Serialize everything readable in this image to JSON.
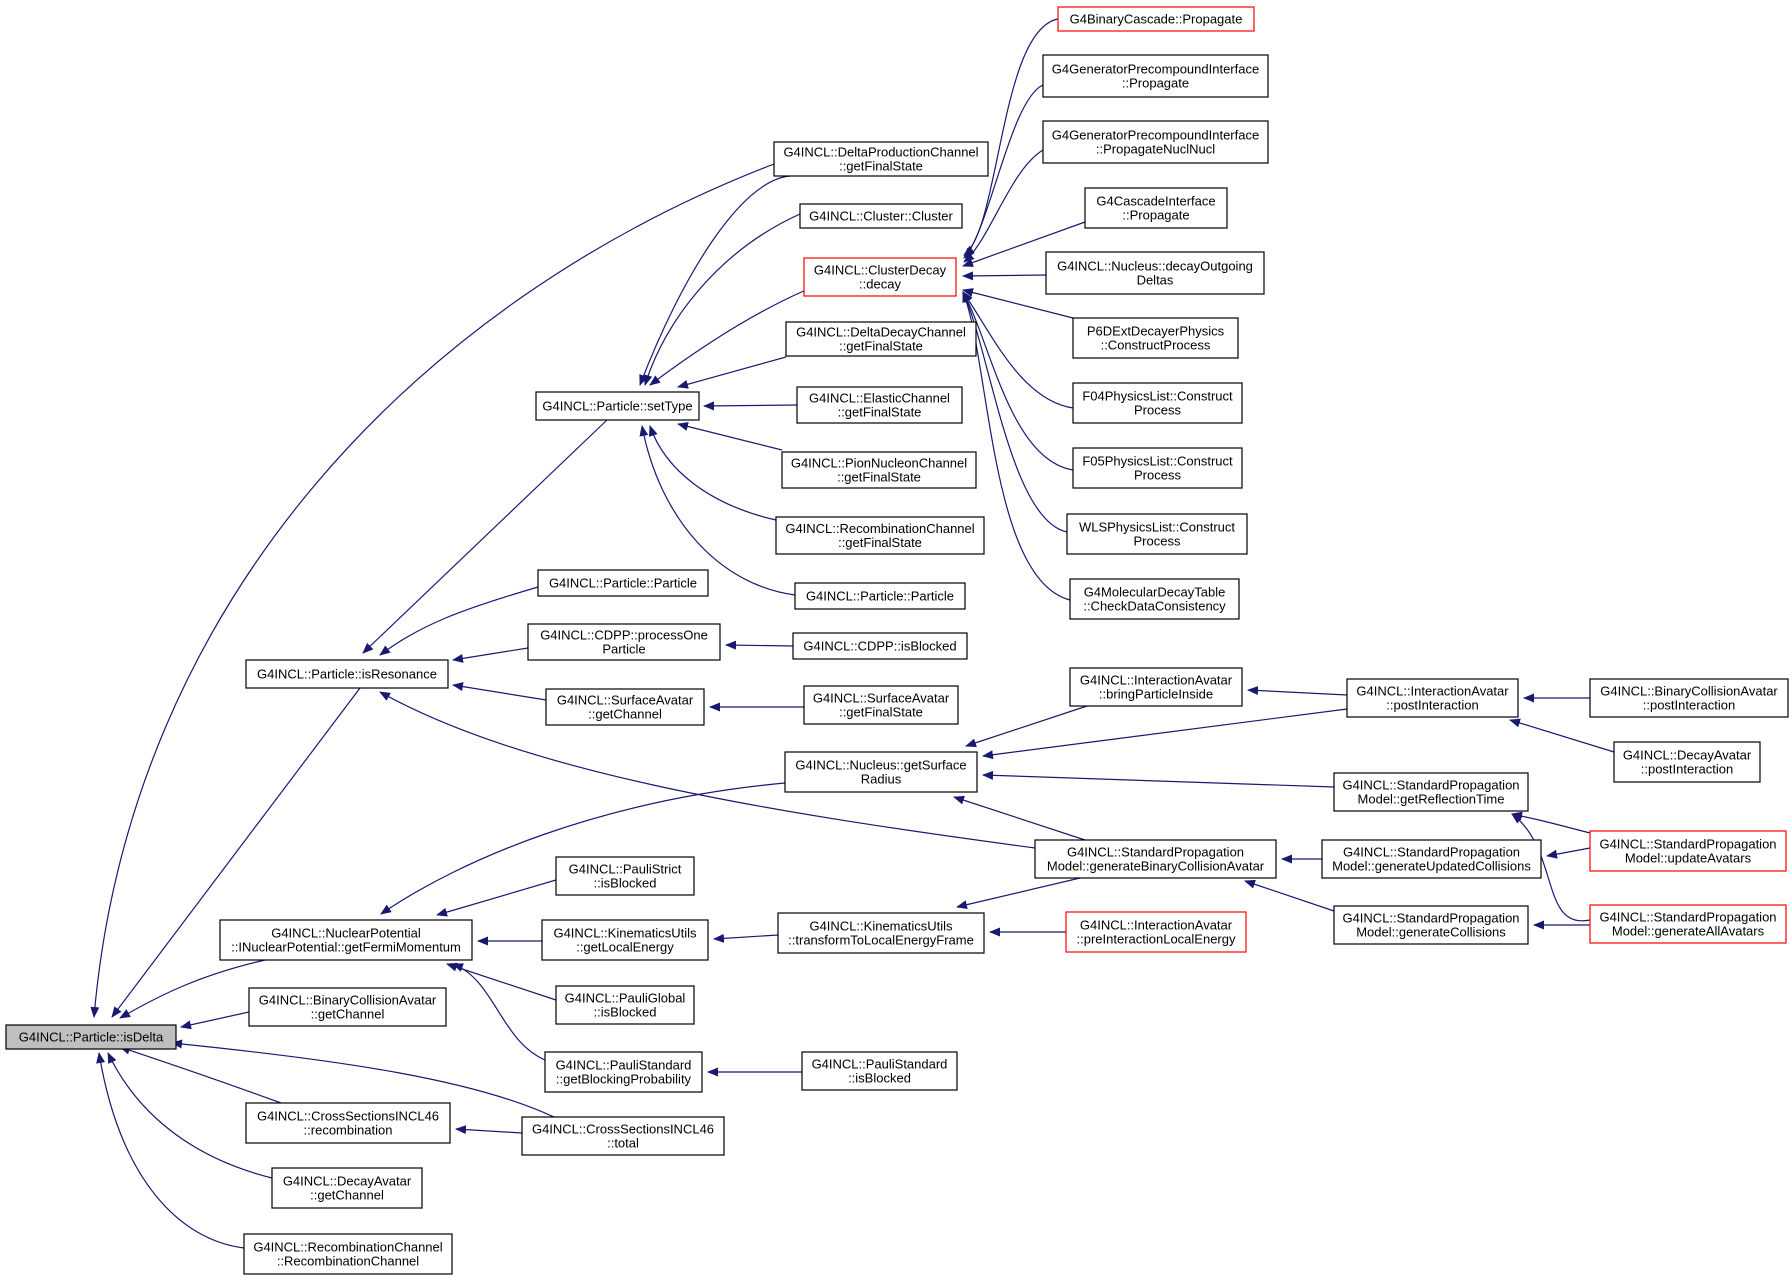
{
  "graph": {
    "arrow_color": "#191970",
    "truncated_border_color": "#ff0000",
    "root_fill_color": "#bfbfbf",
    "nodes": {
      "isDelta": {
        "label": [
          "G4INCL::Particle::isDelta"
        ],
        "root": true
      },
      "isResonance": {
        "label": [
          "G4INCL::Particle::isResonance"
        ]
      },
      "setType": {
        "label": [
          "G4INCL::Particle::setType"
        ]
      },
      "deltaProdCh": {
        "label": [
          "G4INCL::DeltaProductionChannel",
          "::getFinalState"
        ]
      },
      "clusterCluster": {
        "label": [
          "G4INCL::Cluster::Cluster"
        ]
      },
      "clusterDecay": {
        "label": [
          "G4INCL::ClusterDecay",
          "::decay"
        ],
        "truncated": true
      },
      "deltaDecayCh": {
        "label": [
          "G4INCL::DeltaDecayChannel",
          "::getFinalState"
        ]
      },
      "elasticCh": {
        "label": [
          "G4INCL::ElasticChannel",
          "::getFinalState"
        ]
      },
      "pionNucleonCh": {
        "label": [
          "G4INCL::PionNucleonChannel",
          "::getFinalState"
        ]
      },
      "recombCh": {
        "label": [
          "G4INCL::RecombinationChannel",
          "::getFinalState"
        ]
      },
      "particleB": {
        "label": [
          "G4INCL::Particle::Particle"
        ]
      },
      "particleA": {
        "label": [
          "G4INCL::Particle::Particle"
        ]
      },
      "binaryCascade": {
        "label": [
          "G4BinaryCascade::Propagate"
        ],
        "truncated": true
      },
      "genPrecoProp": {
        "label": [
          "G4GeneratorPrecompoundInterface",
          "::Propagate"
        ]
      },
      "genPrecoNucl": {
        "label": [
          "G4GeneratorPrecompoundInterface",
          "::PropagateNuclNucl"
        ]
      },
      "cascadeIface": {
        "label": [
          "G4CascadeInterface",
          "::Propagate"
        ]
      },
      "nucleusDecay": {
        "label": [
          "G4INCL::Nucleus::decayOutgoing",
          "Deltas"
        ]
      },
      "p6dext": {
        "label": [
          "P6DExtDecayerPhysics",
          "::ConstructProcess"
        ]
      },
      "f04": {
        "label": [
          "F04PhysicsList::Construct",
          "Process"
        ]
      },
      "f05": {
        "label": [
          "F05PhysicsList::Construct",
          "Process"
        ]
      },
      "wls": {
        "label": [
          "WLSPhysicsList::Construct",
          "Process"
        ]
      },
      "molecular": {
        "label": [
          "G4MolecularDecayTable",
          "::CheckDataConsistency"
        ]
      },
      "cdppProcess": {
        "label": [
          "G4INCL::CDPP::processOne",
          "Particle"
        ]
      },
      "cdppBlocked": {
        "label": [
          "G4INCL::CDPP::isBlocked"
        ]
      },
      "surfaceGetCh": {
        "label": [
          "G4INCL::SurfaceAvatar",
          "::getChannel"
        ]
      },
      "surfaceFinal": {
        "label": [
          "G4INCL::SurfaceAvatar",
          "::getFinalState"
        ]
      },
      "nuclearPot": {
        "label": [
          "G4INCL::NuclearPotential",
          "::INuclearPotential::getFermiMomentum"
        ]
      },
      "nucleusSurf": {
        "label": [
          "G4INCL::Nucleus::getSurface",
          "Radius"
        ]
      },
      "bringInside": {
        "label": [
          "G4INCL::InteractionAvatar",
          "::bringParticleInside"
        ]
      },
      "postInteraction": {
        "label": [
          "G4INCL::InteractionAvatar",
          "::postInteraction"
        ]
      },
      "binaryPost": {
        "label": [
          "G4INCL::BinaryCollisionAvatar",
          "::postInteraction"
        ]
      },
      "decayPost": {
        "label": [
          "G4INCL::DecayAvatar",
          "::postInteraction"
        ]
      },
      "getReflection": {
        "label": [
          "G4INCL::StandardPropagation",
          "Model::getReflectionTime"
        ]
      },
      "genBinary": {
        "label": [
          "G4INCL::StandardPropagation",
          "Model::generateBinaryCollisionAvatar"
        ]
      },
      "genUpdated": {
        "label": [
          "G4INCL::StandardPropagation",
          "Model::generateUpdatedCollisions"
        ]
      },
      "genCollisions": {
        "label": [
          "G4INCL::StandardPropagation",
          "Model::generateCollisions"
        ]
      },
      "updateAvatars": {
        "label": [
          "G4INCL::StandardPropagation",
          "Model::updateAvatars"
        ],
        "truncated": true
      },
      "genAllAvatars": {
        "label": [
          "G4INCL::StandardPropagation",
          "Model::generateAllAvatars"
        ],
        "truncated": true
      },
      "pauliStrict": {
        "label": [
          "G4INCL::PauliStrict",
          "::isBlocked"
        ]
      },
      "kinLocal": {
        "label": [
          "G4INCL::KinematicsUtils",
          "::getLocalEnergy"
        ]
      },
      "kinTransform": {
        "label": [
          "G4INCL::KinematicsUtils",
          "::transformToLocalEnergyFrame"
        ]
      },
      "preInteraction": {
        "label": [
          "G4INCL::InteractionAvatar",
          "::preInteractionLocalEnergy"
        ],
        "truncated": true
      },
      "pauliGlobal": {
        "label": [
          "G4INCL::PauliGlobal",
          "::isBlocked"
        ]
      },
      "binaryGetCh": {
        "label": [
          "G4INCL::BinaryCollisionAvatar",
          "::getChannel"
        ]
      },
      "pauliStdProb": {
        "label": [
          "G4INCL::PauliStandard",
          "::getBlockingProbability"
        ]
      },
      "pauliStdBlocked": {
        "label": [
          "G4INCL::PauliStandard",
          "::isBlocked"
        ]
      },
      "xsRecomb": {
        "label": [
          "G4INCL::CrossSectionsINCL46",
          "::recombination"
        ]
      },
      "xsTotal": {
        "label": [
          "G4INCL::CrossSectionsINCL46",
          "::total"
        ]
      },
      "decayAvatarCh": {
        "label": [
          "G4INCL::DecayAvatar",
          "::getChannel"
        ]
      },
      "recombCtor": {
        "label": [
          "G4INCL::RecombinationChannel",
          "::RecombinationChannel"
        ]
      }
    }
  }
}
